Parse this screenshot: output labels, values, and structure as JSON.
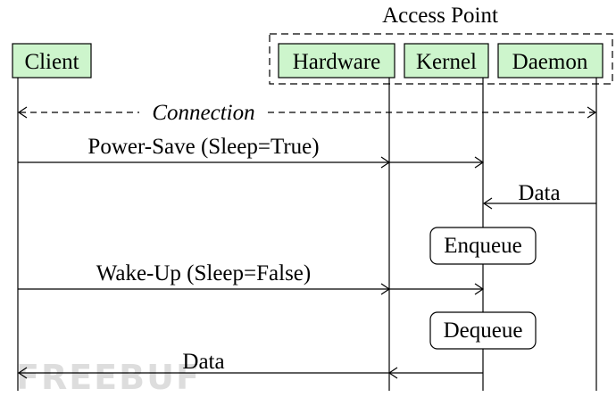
{
  "group": {
    "title": "Access Point"
  },
  "actors": {
    "client": "Client",
    "hardware": "Hardware",
    "kernel": "Kernel",
    "daemon": "Daemon"
  },
  "messages": {
    "connection": "Connection",
    "power_save": "Power-Save (Sleep=True)",
    "data_in": "Data",
    "wake_up": "Wake-Up (Sleep=False)",
    "data_out": "Data"
  },
  "actions": {
    "enqueue": "Enqueue",
    "dequeue": "Dequeue"
  },
  "watermark": "FREEBUF"
}
